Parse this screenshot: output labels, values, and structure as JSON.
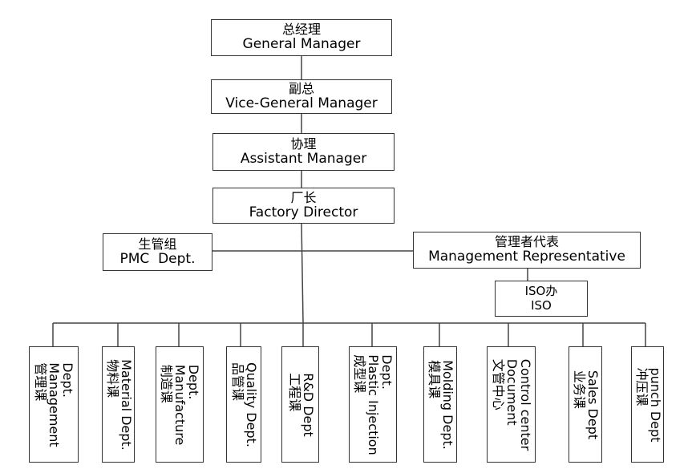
{
  "nodes": {
    "gm": {
      "zh": "总经理",
      "en": "General Manager"
    },
    "vgm": {
      "zh": "副总",
      "en": "Vice-General Manager"
    },
    "am": {
      "zh": "协理",
      "en": "Assistant Manager"
    },
    "fd": {
      "zh": "厂长",
      "en": "Factory Director"
    },
    "pmc": {
      "zh": "生管组",
      "en": "PMC  Dept."
    },
    "mr": {
      "zh": "管理者代表",
      "en": "Management Representative"
    },
    "iso": {
      "zh": "ISO办",
      "en": "ISO"
    }
  },
  "departments": [
    {
      "lines": [
        "管理课",
        "Management",
        "Dept."
      ]
    },
    {
      "lines": [
        "物料课",
        "Material Dept."
      ]
    },
    {
      "lines": [
        "制造课",
        "Manufacture",
        "Dept."
      ]
    },
    {
      "lines": [
        "品管课",
        "Quality Dept."
      ]
    },
    {
      "lines": [
        "工程课",
        "R&D Dept"
      ]
    },
    {
      "lines": [
        "成型课",
        "Plastic Injection",
        "Dept."
      ]
    },
    {
      "lines": [
        "模具课",
        "Molding Dept."
      ]
    },
    {
      "lines": [
        "文管中心",
        "Document",
        "Control center"
      ]
    },
    {
      "lines": [
        "业务课",
        "Sales Dept"
      ]
    },
    {
      "lines": [
        "冲压课",
        "punch Dept"
      ]
    }
  ]
}
